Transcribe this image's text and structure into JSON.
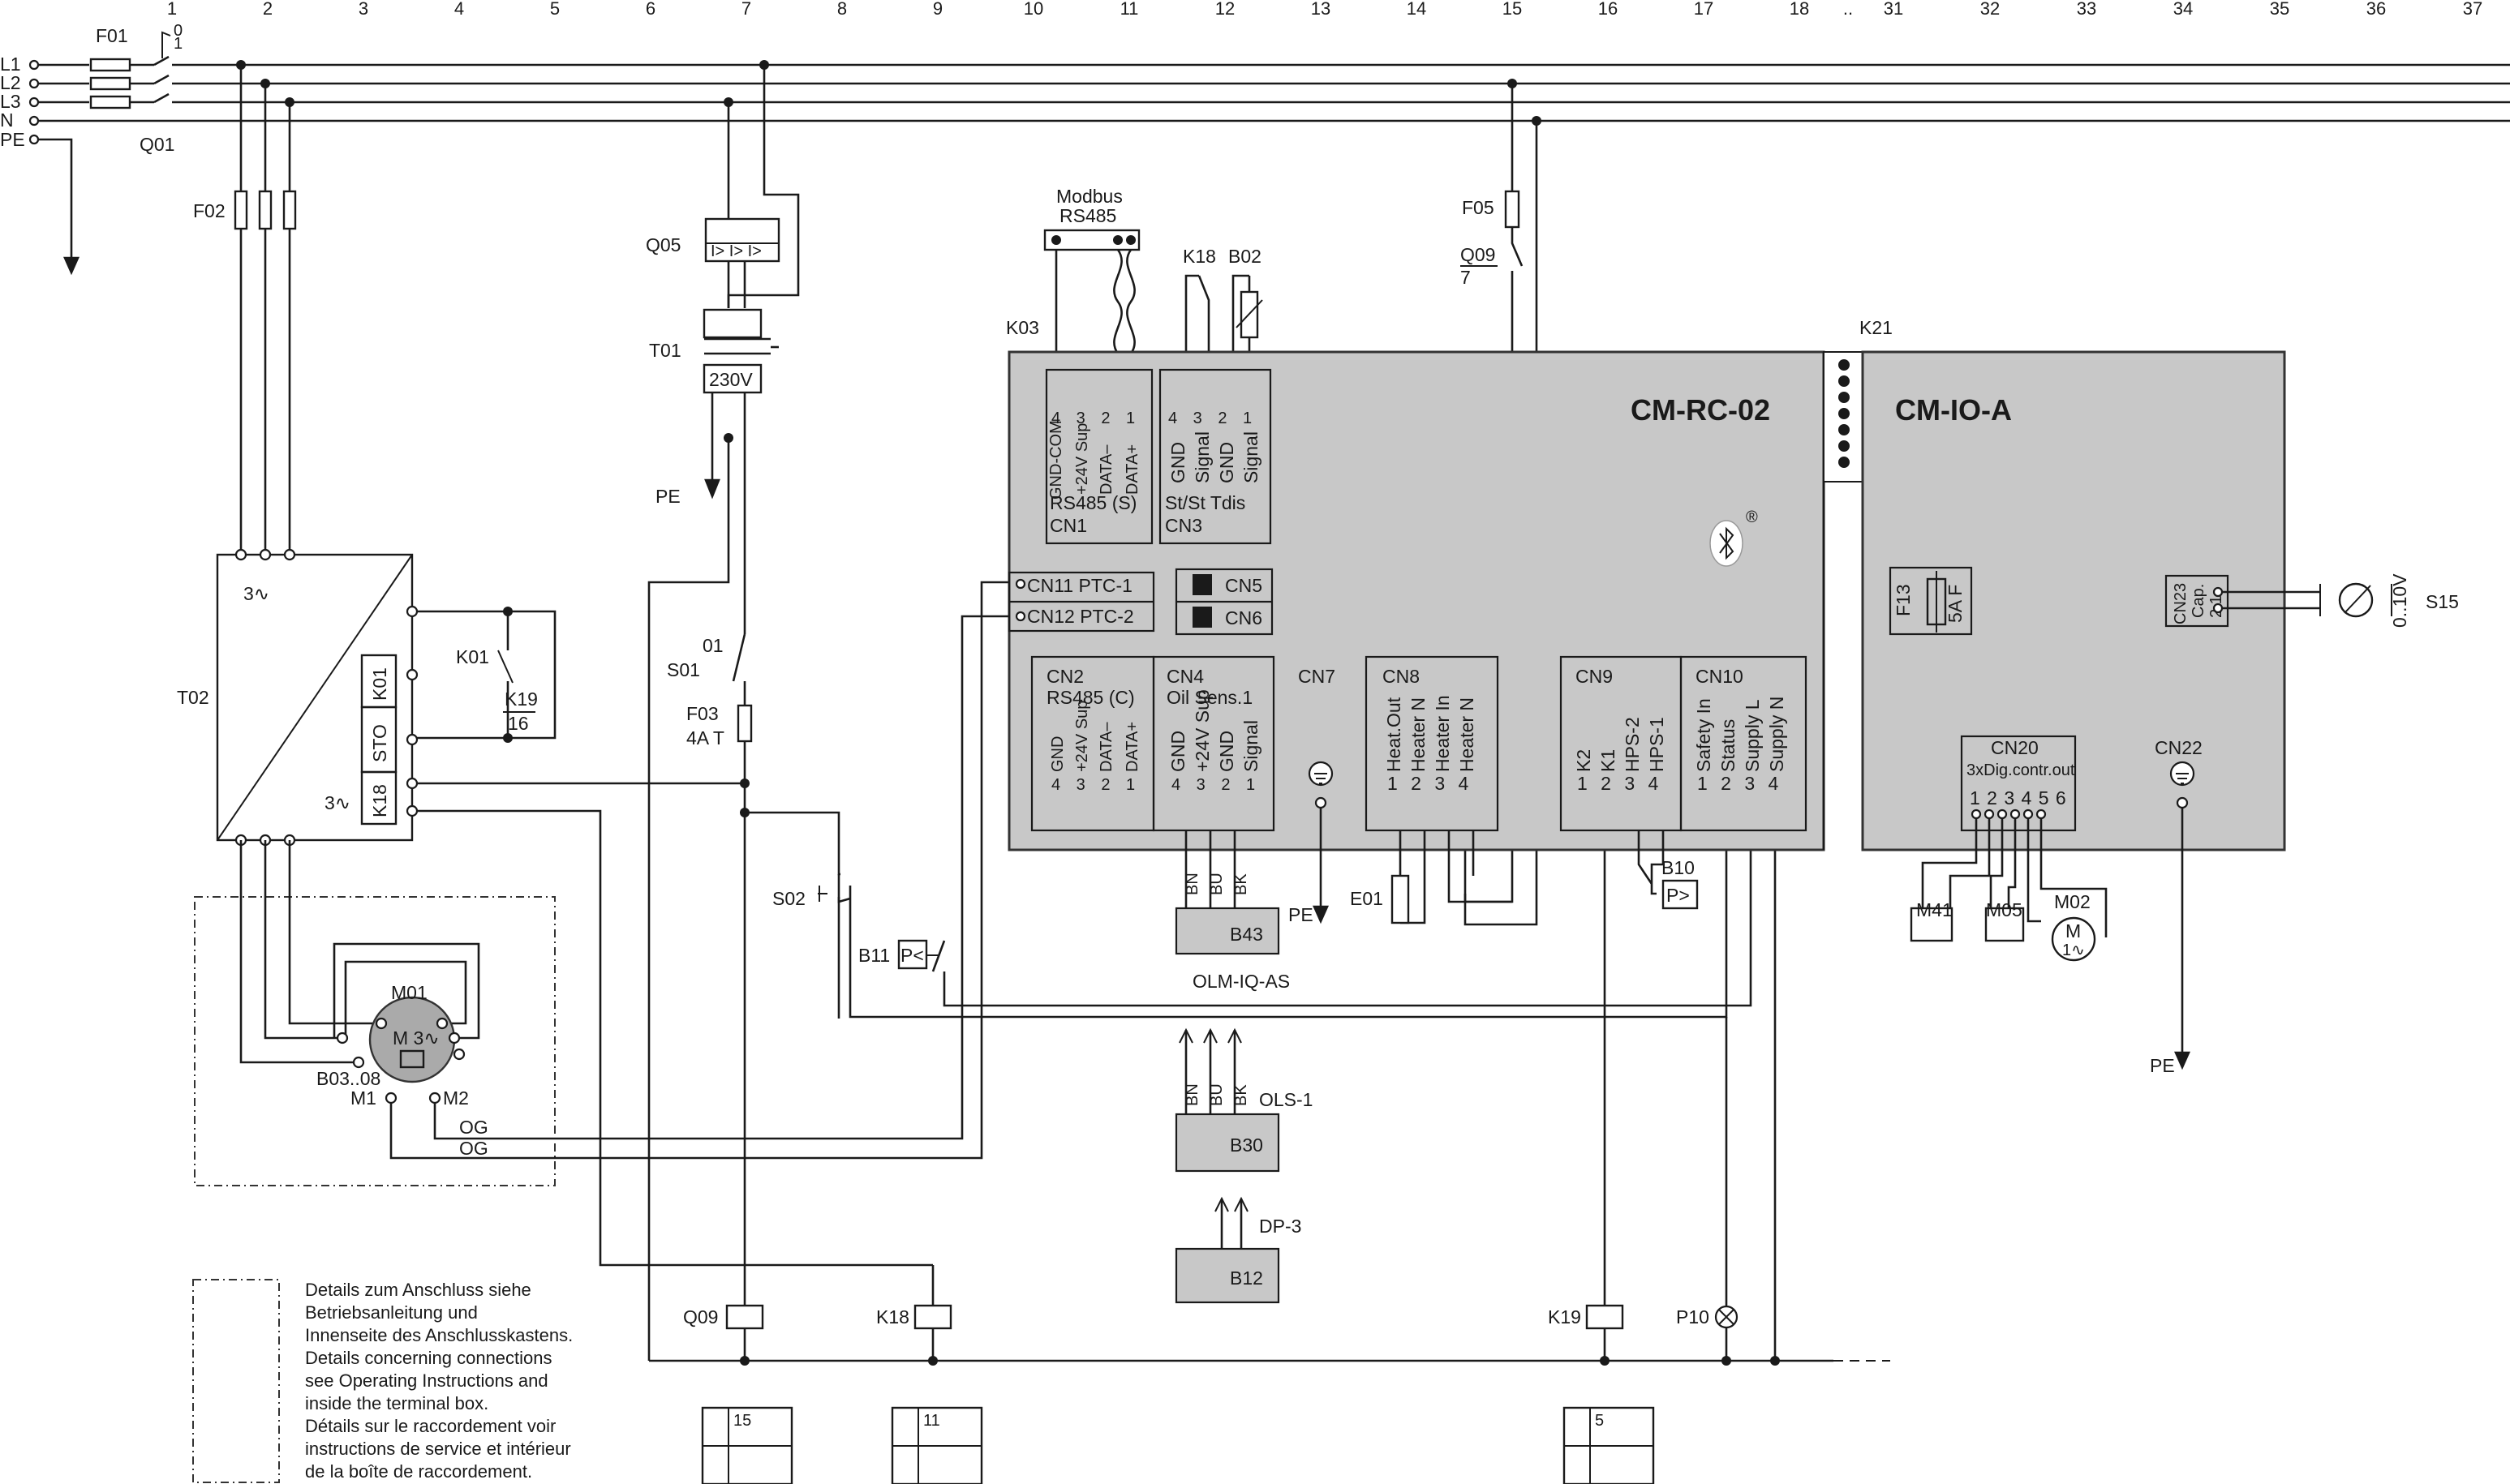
{
  "columns": [
    "1",
    "2",
    "3",
    "4",
    "5",
    "6",
    "7",
    "8",
    "9",
    "10",
    "11",
    "12",
    "13",
    "14",
    "15",
    "16",
    "17",
    "18",
    "..",
    "31",
    "32",
    "33",
    "34",
    "35",
    "36",
    "37"
  ],
  "buses": [
    "L1",
    "L2",
    "L3",
    "N",
    "PE"
  ],
  "labels": {
    "f01": "F01",
    "q01": "Q01",
    "f02": "F02",
    "t02": "T02",
    "t02_phase_in": "3∿",
    "t02_phase_out": "3∿",
    "k01": "K01",
    "sto": "STO",
    "k18_t02": "K18",
    "k01_coil": "K01",
    "k19_contact": "K19",
    "k19_contact_ref": "16",
    "q05": "Q05",
    "t01": "T01",
    "t01_voltage": "230V",
    "pe_t01": "PE",
    "s01": "S01",
    "s01_ref": "01",
    "f03": "F03",
    "f03_rating": "4A T",
    "m01": "M01",
    "m01_sym": "M 3∿",
    "b03": "B03..08",
    "m1": "M1",
    "m2": "M2",
    "og1": "OG",
    "og2": "OG",
    "modbus": "Modbus",
    "rs485": "RS485",
    "k03": "K03",
    "k18_top": "K18",
    "b02": "B02",
    "f05": "F05",
    "q09_top": "Q09",
    "q09_top_ref": "7",
    "k21": "K21",
    "cm_rc": "CM-RC-02",
    "cm_io": "CM-IO-A",
    "bt_reg": "®",
    "s02": "S02",
    "b11": "B11",
    "b11_sym": "P<",
    "b43": "B43",
    "olm": "OLM-IQ-AS",
    "pe_cn7": "PE",
    "e01": "E01",
    "b10": "B10",
    "b10_sym": "P>",
    "b30": "B30",
    "ols": "OLS-1",
    "b12": "B12",
    "dp3": "DP-3",
    "q09": "Q09",
    "k18": "K18",
    "k19": "K19",
    "p10": "P10",
    "ref_q09": "15",
    "ref_k18": "11",
    "ref_k19": "5",
    "f13": "F13",
    "f13_rating": "5A F",
    "cn23": "CN23",
    "cn23_cap": "Cap.",
    "cn23_pins": "2 1",
    "s15_range": "0..10V",
    "s15": "S15",
    "cn20": "CN20",
    "cn20_sub": "3xDig.contr.out",
    "cn20_pins": "1 2 3 4 5 6",
    "cn22": "CN22",
    "pe_cn22": "PE",
    "m41": "M41",
    "m05": "M05",
    "m02": "M02",
    "m02_sym": "M",
    "m02_phase": "1∿",
    "cn1_pins": "4 3 2 1",
    "cn1_sig": [
      "GND-COM",
      "+24V Sup",
      "DATA–",
      "DATA+"
    ],
    "cn1_title": "RS485 (S)",
    "cn1": "CN1",
    "cn3_pins": "4 3 2 1",
    "cn3_sig": [
      "GND",
      "Signal",
      "GND",
      "Signal"
    ],
    "cn3_sub": "St/St  Tdis",
    "cn3": "CN3",
    "cn11": "CN11  PTC-1",
    "cn12": "CN12  PTC-2",
    "cn5": "CN5",
    "cn6": "CN6",
    "cn2": "CN2",
    "cn2_title": "RS485 (C)",
    "cn2_pins": "4 3 2 1",
    "cn2_sig": [
      "GND",
      "+24V Sup",
      "DATA–",
      "DATA+"
    ],
    "cn4": "CN4",
    "cn4_title": "Oil Sens.1",
    "cn4_pins": "4 3 2 1",
    "cn4_sig": [
      "GND",
      "+24V Sup",
      "GND",
      "Signal"
    ],
    "cn7": "CN7",
    "cn8": "CN8",
    "cn8_pins": "1 2 3 4",
    "cn8_sig": [
      "Heat.Out",
      "Heater N",
      "Heater In",
      "Heater N"
    ],
    "cn9": "CN9",
    "cn9_pins": "1 2 3 4",
    "cn9_sig": [
      "K2",
      "K1",
      "HPS-2",
      "HPS-1"
    ],
    "cn10": "CN10",
    "cn10_pins": "1 2 3 4",
    "cn10_sig": [
      "Safety In",
      "Status",
      "Supply L",
      "Supply N"
    ],
    "wire_bn": "BN",
    "wire_bu": "BU",
    "wire_bk": "BK"
  },
  "notes": [
    "Details zum Anschluss siehe",
    "Betriebsanleitung und",
    "Innenseite des Anschlusskastens.",
    "Details concerning connections",
    "see Operating Instructions and",
    "inside the terminal box.",
    "Détails sur le raccordement voir",
    "instructions de service et intérieur",
    "de la boîte de raccordement."
  ]
}
